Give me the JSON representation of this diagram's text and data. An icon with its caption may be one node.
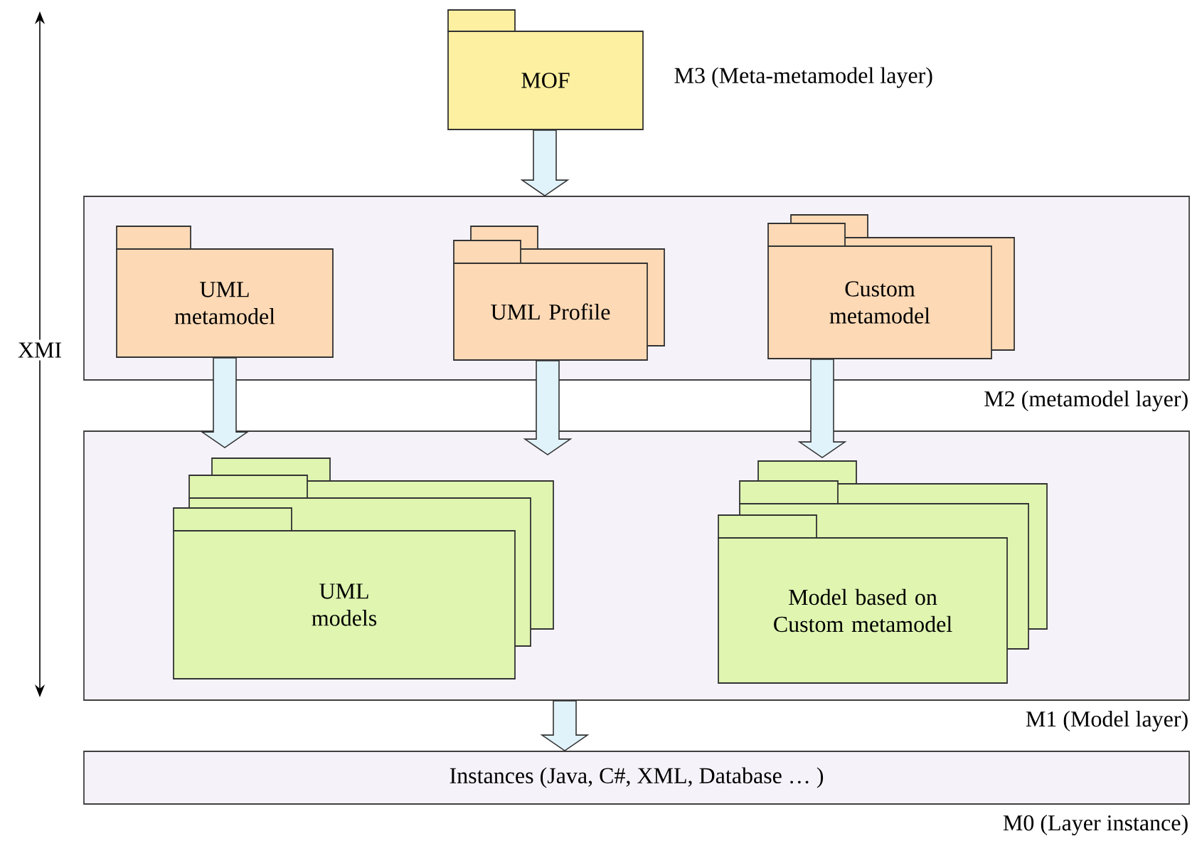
{
  "diagram": {
    "nodes": [
      {
        "text": [
          "MOF"
        ],
        "beside": [
          "M3 (Meta-metamodel layer)"
        ]
      },
      {
        "text": [
          "M2 (metamodel layer)"
        ]
      },
      {
        "text": [
          "UML metamodel"
        ],
        "in": 1
      },
      {
        "text": [
          "UML Profile"
        ],
        "in": 1
      },
      {
        "text": [
          "Custom metamodel"
        ],
        "in": 1
      },
      {
        "text": [
          "M1 (Model layer)"
        ]
      },
      {
        "text": [
          "UML models"
        ],
        "in": 5
      },
      {
        "text": [
          "Model based on Custom metamodel"
        ],
        "in": 5
      },
      {
        "text": [
          "Instances (Java, C#, XML, Database … )",
          "M0 (Layer instance)"
        ]
      }
    ],
    "edges": [
      {
        "from": 0,
        "to": 1,
        "arrow": "to"
      },
      {
        "from": 2,
        "to": 6,
        "arrow": "to"
      },
      {
        "from": 3,
        "to": 5,
        "arrow": "to"
      },
      {
        "from": 4,
        "to": 7,
        "arrow": "to"
      },
      {
        "from": 5,
        "to": 8,
        "arrow": "to"
      }
    ],
    "labels": [
      "XMI"
    ]
  }
}
